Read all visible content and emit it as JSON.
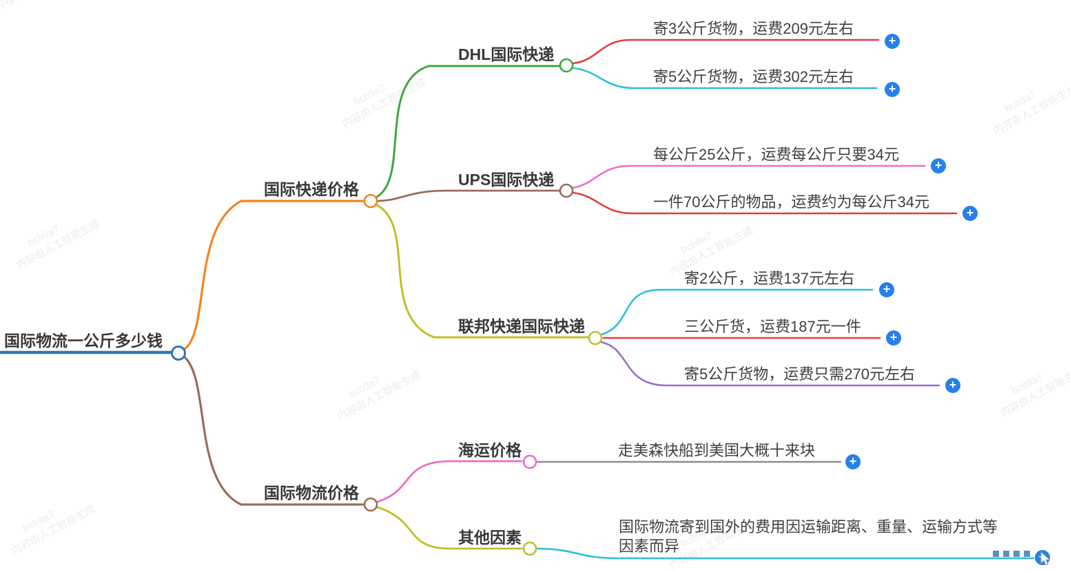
{
  "ui": {
    "plus": "+"
  },
  "watermark": {
    "line1": "bcb9a7",
    "line2": "内容由人工智能生成"
  },
  "colors": {
    "root_blue": "#2E75B6",
    "orange": "#F5821F",
    "green": "#3DA93D",
    "brown": "#9C6B58",
    "olive": "#BFBF29",
    "red": "#E03C3C",
    "cyan": "#29C1D6",
    "pink": "#F06BC8",
    "purple": "#9B6FC9",
    "gray": "#8C8C8C",
    "plus_blue": "#2680EB"
  },
  "nodes": {
    "root": "国际物流一公斤多少钱",
    "express_price": "国际快递价格",
    "dhl": "DHL国际快递",
    "dhl_leaf1": "寄3公斤货物，运费209元左右",
    "dhl_leaf2": "寄5公斤货物，运费302元左右",
    "ups": "UPS国际快递",
    "ups_leaf1": "每公斤25公斤，运费每公斤只要34元",
    "ups_leaf2": "一件70公斤的物品，运费约为每公斤34元",
    "fedex": "联邦快递国际快递",
    "fedex_leaf1": "寄2公斤，运费137元左右",
    "fedex_leaf2": "三公斤货，运费187元一件",
    "fedex_leaf3": "寄5公斤货物，运费只需270元左右",
    "logistics_price": "国际物流价格",
    "sea": "海运价格",
    "sea_leaf1": "走美森快船到美国大概十来块",
    "other": "其他因素",
    "other_leaf1": "国际物流寄到国外的费用因运输距离、重量、运输方式等因素而异"
  }
}
